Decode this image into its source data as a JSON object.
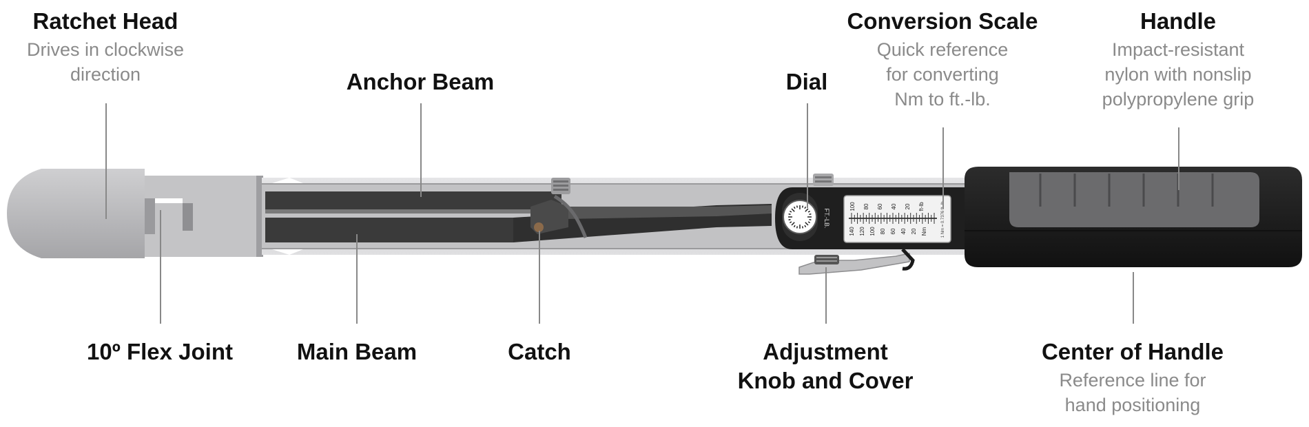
{
  "labels": {
    "ratchet_head": {
      "title": "Ratchet Head",
      "desc_lines": [
        "Drives in clockwise",
        "direction"
      ]
    },
    "anchor_beam": {
      "title": "Anchor Beam"
    },
    "dial": {
      "title": "Dial"
    },
    "conversion_scale": {
      "title": "Conversion Scale",
      "desc_lines": [
        "Quick reference",
        "for converting",
        "Nm to ft.-lb."
      ]
    },
    "handle": {
      "title": "Handle",
      "desc_lines": [
        "Impact-resistant",
        "nylon with nonslip",
        "polypropylene grip"
      ]
    },
    "flex_joint": {
      "title": "10º Flex Joint"
    },
    "main_beam": {
      "title": "Main Beam"
    },
    "catch": {
      "title": "Catch"
    },
    "adjustment": {
      "title_lines": [
        "Adjustment",
        "Knob and Cover"
      ]
    },
    "center_of_handle": {
      "title": "Center of Handle",
      "desc_lines": [
        "Reference line for",
        "hand positioning"
      ]
    }
  },
  "dial_text": "FT.-LB.",
  "scale": {
    "top_ticks": [
      "100",
      "80",
      "60",
      "40",
      "20",
      "ft-lb"
    ],
    "bottom_ticks": [
      "140",
      "120",
      "100",
      "80",
      "60",
      "40",
      "20",
      "Nm"
    ],
    "formula": "1 Nm = 0.7376 ft.-lb."
  },
  "colors": {
    "head": "#b9b9bb",
    "frame": "#d2d2d4",
    "beam": "#3b3b3b",
    "handle_body": "#1c1c1c",
    "handle_grip": "#6b6b6d",
    "leader": "#888888",
    "desc": "#8a8a8a"
  }
}
